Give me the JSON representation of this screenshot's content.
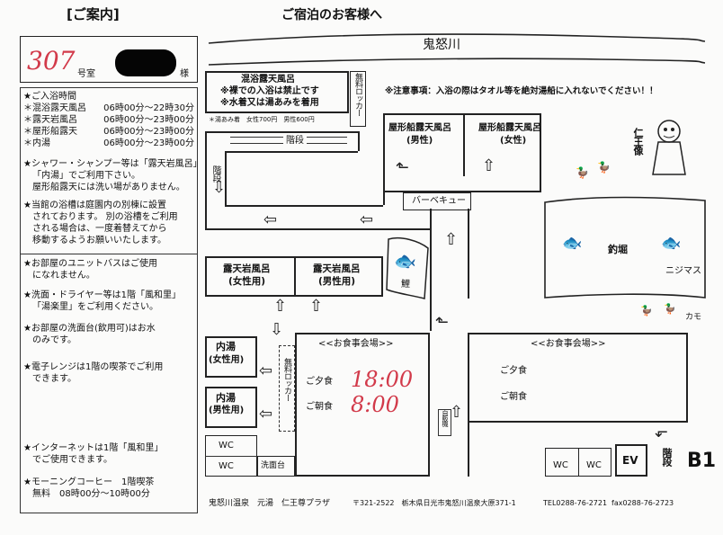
{
  "header": {
    "guide_title": "[ご案内]",
    "main_title": "ご宿泊のお客様へ",
    "room_number": "307",
    "room_suffix": "号室",
    "name_suffix": "様"
  },
  "left": {
    "bath_hours_title": "★ご入浴時間",
    "bath_hours": [
      {
        "name": "＊混浴露天風呂",
        "time": "06時00分～22時30分"
      },
      {
        "name": "＊露天岩風呂",
        "time": "06時00分～23時00分"
      },
      {
        "name": "＊屋形船露天",
        "time": "06時00分～23時00分"
      },
      {
        "name": "＊内湯",
        "time": "06時00分～23時00分"
      }
    ],
    "shower_note": [
      "★シャワー・シャンプー等は「露天岩風呂」",
      "「内湯」でご利用下さい。",
      "屋形船露天には洗い場がありません。"
    ],
    "bath_note": [
      "★当館の浴槽は庭園内の別棟に設置",
      "されております。 別の浴槽をご利用",
      "される場合は、一度着替えてから",
      "移動するようお願いいたします。"
    ],
    "unit_bath_note": [
      "★お部屋のユニットバスはご使用",
      "になれません。"
    ],
    "dryer_note": [
      "★洗面・ドライヤー等は1階「風和里」",
      "「湯楽里」をご利用ください。"
    ],
    "sink_note": [
      "★お部屋の洗面台(飲用可)はお水",
      "のみです。"
    ],
    "microwave_note": [
      "★電子レンジは1階の喫茶でご利用",
      "できます。"
    ],
    "internet_note": [
      "★インターネットは1階「風和里」",
      "でご使用できます。"
    ],
    "coffee_note": [
      "★モーニングコーヒー　1階喫茶",
      "無料　08時00分～10時00分"
    ]
  },
  "map": {
    "river": "鬼怒川",
    "mixed_bath": [
      "混浴露天風呂",
      "※裸での入浴は禁止です",
      "※水着又は湯あみを着用"
    ],
    "yuami_note": "＊湯あみ着　女性700円　男性600円",
    "locker_top": "無料ロッカー",
    "caution": "※注意事項：入浴の際はタオル等を絶対湯船に入れないでください！！",
    "stairs": "階段",
    "stairs_side": "階段",
    "yakata_male": [
      "屋形船露天風呂",
      "(男性)"
    ],
    "yakata_female": [
      "屋形船露天風呂",
      "(女性)"
    ],
    "bbq": "バーベキュー",
    "niou": "仁王像",
    "tsuribori": "釣堀",
    "nijimasu": "ニジマス",
    "koi": "鯉",
    "kamo": "カモ",
    "iwa_female": [
      "露天岩風呂",
      "(女性用)"
    ],
    "iwa_male": [
      "露天岩風呂",
      "(男性用)"
    ],
    "uchiyu_female": [
      "内湯",
      "(女性用)"
    ],
    "uchiyu_male": [
      "内湯",
      "(男性用)"
    ],
    "locker_mid": "無料ロッカー",
    "dining_left_title": "<<お食事会場>>",
    "dining_right_title": "<<お食事会場>>",
    "dinner": "ご夕食",
    "breakfast": "ご朝食",
    "dinner_time": "18:00",
    "breakfast_time": "8:00",
    "vending": "自販機",
    "wc": "WC",
    "washroom": "洗面台",
    "ev": "EV",
    "floor": "B1"
  },
  "footer": {
    "name": "鬼怒川温泉　元湯　仁王尊プラザ",
    "postal": "〒321-2522　栃木県日光市鬼怒川温泉大原371-1",
    "tel": "TEL0288-76-2721",
    "fax": "fax0288-76-2723"
  }
}
